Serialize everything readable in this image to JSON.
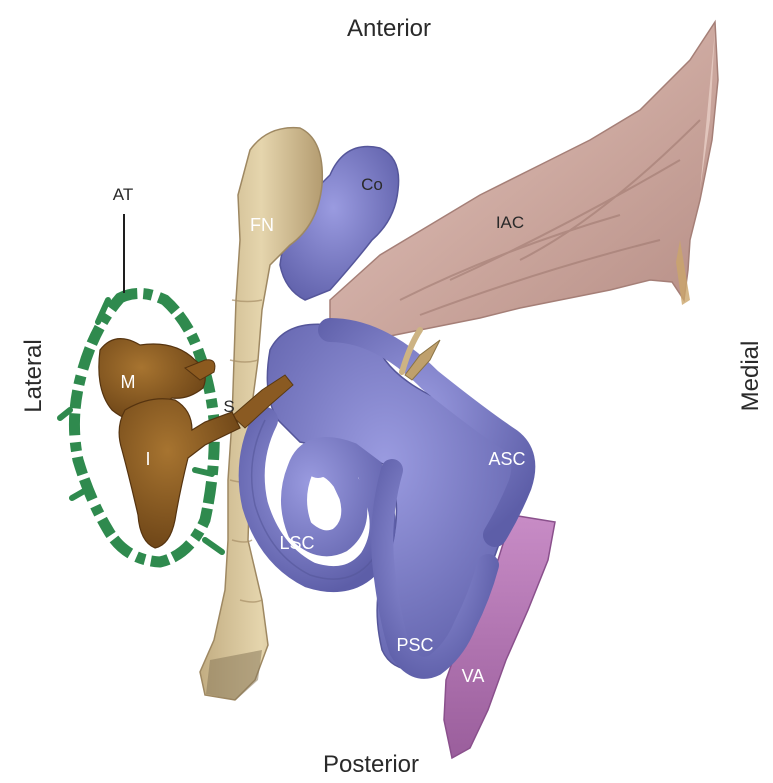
{
  "orientation": {
    "top": "Anterior",
    "bottom": "Posterior",
    "left": "Lateral",
    "right": "Medial"
  },
  "labels": {
    "at": "AT",
    "fn": "FN",
    "co": "Co",
    "iac": "IAC",
    "m": "M",
    "i": "I",
    "s": "S",
    "asc": "ASC",
    "lsc": "LSC",
    "psc": "PSC",
    "va": "VA"
  },
  "colors": {
    "background": "#ffffff",
    "facial_nerve": "#d9c69b",
    "labyrinth": "#7f80c9",
    "internal_auditory_canal": "#d8b5ad",
    "ossicles": "#8c5a1f",
    "annulus_tympanicus": "#2f8a4e",
    "vestibular_aqueduct": "#b779b8"
  }
}
